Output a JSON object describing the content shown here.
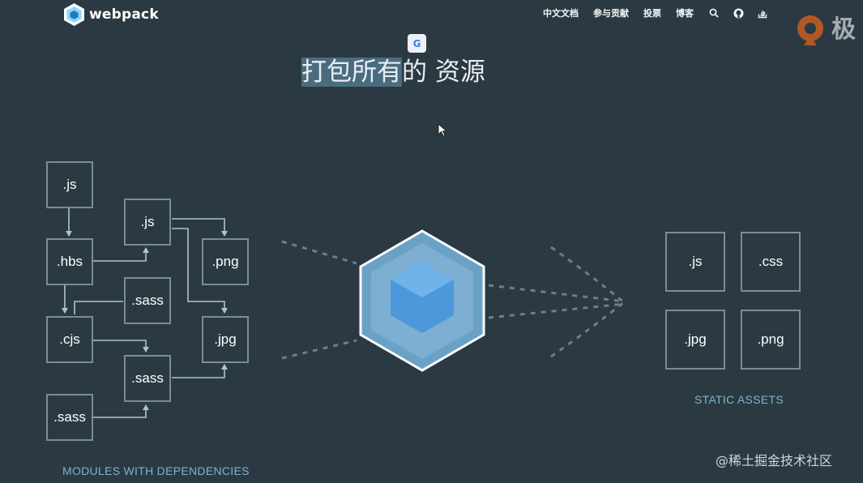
{
  "header": {
    "logo_text": "webpack",
    "nav": [
      {
        "label": "中文文档"
      },
      {
        "label": "参与贡献"
      },
      {
        "label": "投票"
      },
      {
        "label": "博客"
      }
    ],
    "icons": [
      "search-icon",
      "github-icon",
      "stackoverflow-icon"
    ]
  },
  "overlay": {
    "corner_logo_char": "极",
    "translate_badge": "G",
    "watermark": "@稀土掘金技术社区"
  },
  "hero": {
    "title_selected": "打包所有",
    "title_rest": "的 资源"
  },
  "modules": {
    "caption": "MODULES WITH DEPENDENCIES",
    "items": [
      ".js",
      ".hbs",
      ".cjs",
      ".sass",
      ".js",
      ".sass",
      ".sass",
      ".png",
      ".jpg"
    ]
  },
  "assets": {
    "caption": "STATIC ASSETS",
    "items": [
      ".js",
      ".css",
      ".jpg",
      ".png"
    ]
  },
  "colors": {
    "background": "#2b3a42",
    "box_border": "#7a8d97",
    "caption": "#7eb2cf",
    "cube_light": "#8ed6fb",
    "cube_dark": "#1c78c0"
  }
}
